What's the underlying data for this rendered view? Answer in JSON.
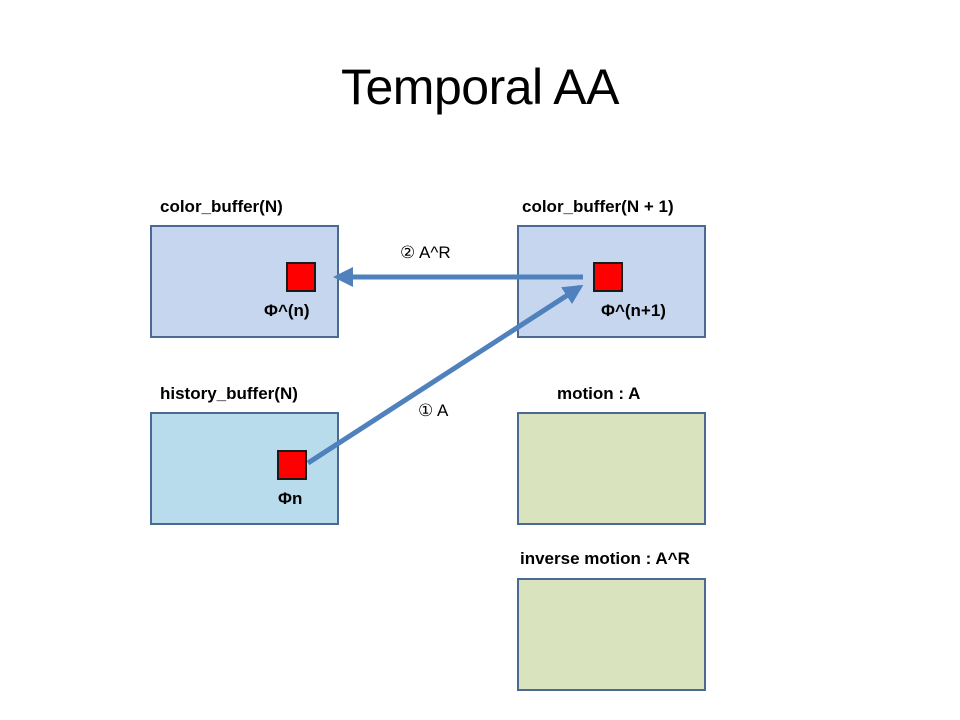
{
  "title": "Temporal AA",
  "colors": {
    "color_buffer_fill": "#c6d6ee",
    "history_buffer_fill": "#b8dcec",
    "motion_fill": "#d9e3bd",
    "border": "#4a6a94",
    "pixel": "#ff0000",
    "arrow": "#4f81bd"
  },
  "boxes": {
    "color_n": {
      "label": "color_buffer(N)",
      "pixel_label": "Φ^(n)"
    },
    "color_n1": {
      "label": "color_buffer(N + 1)",
      "pixel_label": "Φ^(n+1)"
    },
    "history_n": {
      "label": "history_buffer(N)",
      "pixel_label": "Φn"
    },
    "motion": {
      "label": "motion : A"
    },
    "inverse_motion": {
      "label": "inverse motion : A^R"
    }
  },
  "arrows": {
    "forward": {
      "label": "① A"
    },
    "inverse": {
      "label": "② A^R"
    }
  }
}
